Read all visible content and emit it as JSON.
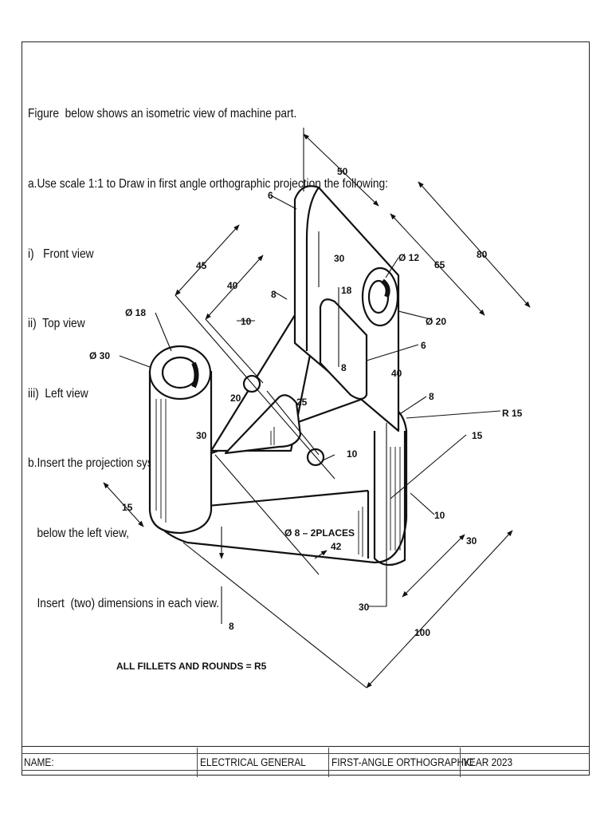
{
  "instructions": {
    "line1": "Figure  below shows an isometric view of machine part.",
    "line2": "a.Use scale 1:1 to Draw in first angle orthographic projection the following:",
    "line3": "i)   Front view",
    "line4": "ii)  Top view",
    "line5": "iii)  Left view",
    "line6": "b.Insert the projection system symbol",
    "line7": "   below the left view,",
    "line8": "   Insert  (two) dimensions in each view."
  },
  "drawing": {
    "dims": {
      "d50": "50",
      "d6a": "6",
      "d80": "80",
      "d65": "65",
      "d45": "45",
      "d40a": "40",
      "d30a": "30",
      "d12": "Ø 12",
      "d18a": "18",
      "d8a": "8",
      "d18b": "Ø 18",
      "d10a": "10",
      "d20b": "Ø 20",
      "d30b": "Ø 30",
      "d6b": "6",
      "d8b": "8",
      "d40b": "40",
      "d20": "20",
      "d25": "25",
      "d8c": "8",
      "dr15": "R 15",
      "d15a": "15",
      "d30c": "30",
      "d10b": "10",
      "d15b": "15",
      "d10c": "10",
      "d8places": "Ø 8 – 2PLACES",
      "d42": "42",
      "d30d": "30",
      "d30e": "30",
      "d8d": "8",
      "d100": "100"
    },
    "note": "ALL FILLETS AND ROUNDS = R5"
  },
  "title_block": {
    "name": "NAME:",
    "department": "ELECTRICAL GENERAL",
    "projection": "FIRST-ANGLE ORTHOGRAPHIC",
    "year": "YEAR 2023"
  }
}
